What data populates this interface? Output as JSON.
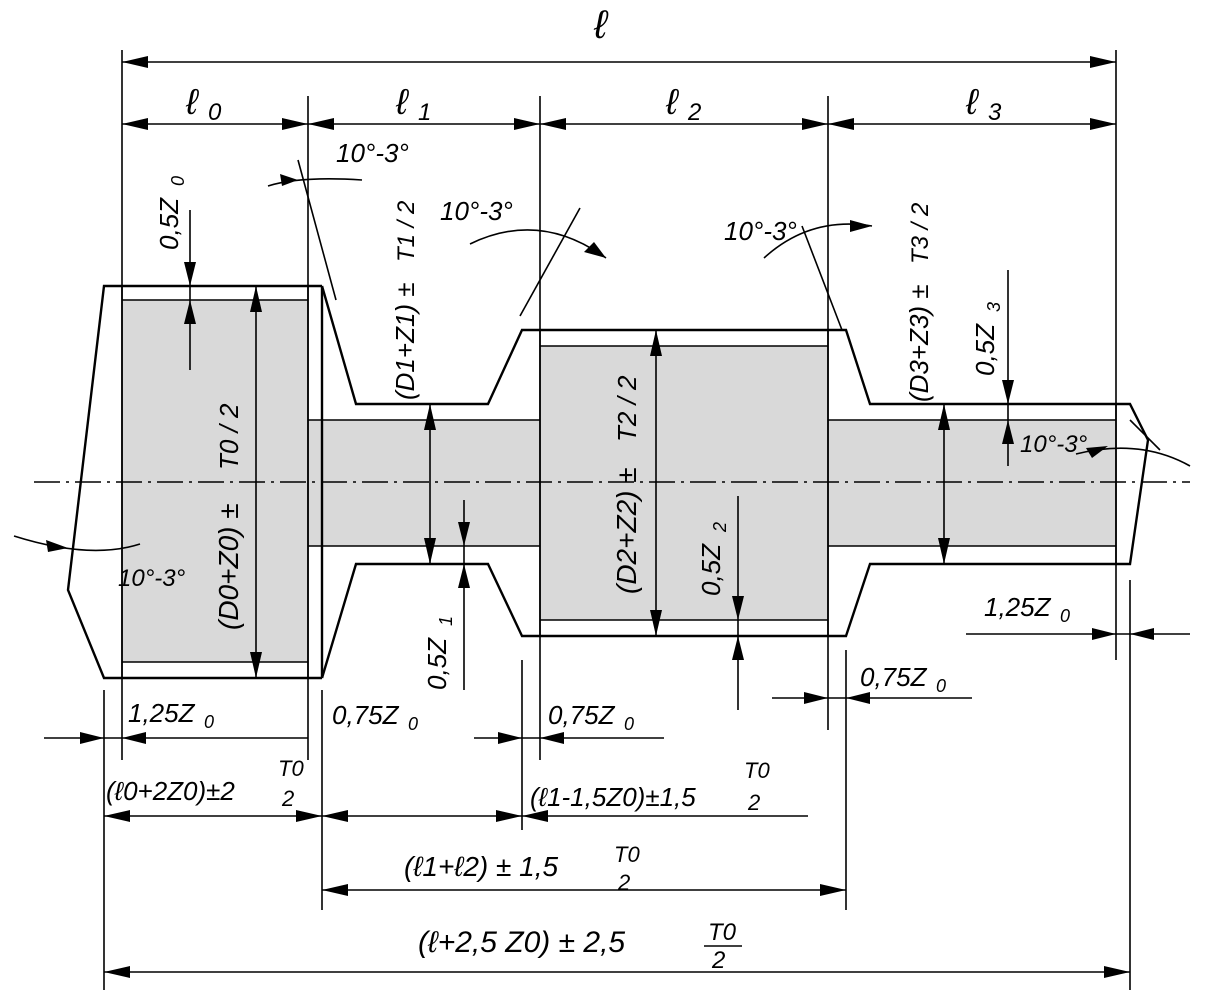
{
  "labels": {
    "l": "ℓ",
    "l0": "ℓ",
    "l0_sub": "0",
    "l1": "ℓ",
    "l1_sub": "1",
    "l2": "ℓ",
    "l2_sub": "2",
    "l3": "ℓ",
    "l3_sub": "3",
    "angle": "10°-3°",
    "z0_half": "0,5Z",
    "z0_half_sub": "0",
    "z1_half": "0,5Z",
    "z1_half_sub": "1",
    "z2_half": "0,5Z",
    "z2_half_sub": "2",
    "z3_half": "0,5Z",
    "z3_half_sub": "3",
    "d0": "(D0+Z0) ±",
    "d1": "(D1+Z1) ±",
    "d2": "(D2+Z2) ±",
    "d3": "(D3+Z3) ±",
    "t0_frac": "T0 / 2",
    "t1_frac": "T1 / 2",
    "t2_frac": "T2 / 2",
    "t3_frac": "T3 / 2",
    "z125_left": "1,25Z",
    "z125_right": "1,25Z",
    "z_sub0": "0",
    "z075_a": "0,75Z",
    "z075_b": "0,75Z",
    "z075_c": "0,75Z",
    "dim_l0": "(ℓ0+2Z0)±2",
    "dim_l1": "(ℓ1-1,5Z0)±1,5",
    "dim_l12": "(ℓ1+ℓ2) ± 1,5",
    "dim_total": "(ℓ+2,5 Z0) ± 2,5",
    "frac_num": "T0",
    "frac_den": "2"
  }
}
